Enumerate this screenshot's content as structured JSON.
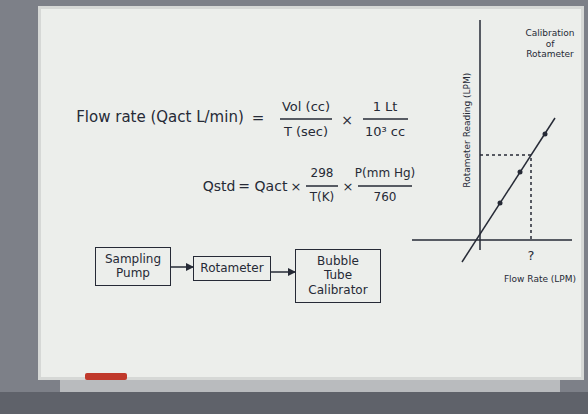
{
  "diagram": {
    "nodes": [
      {
        "text": [
          "Sampling Pump"
        ]
      },
      {
        "text": [
          "Rotameter"
        ]
      },
      {
        "text": [
          "Bubble Tube Calibrator"
        ]
      }
    ],
    "edges": [
      {
        "from": 0,
        "to": 1,
        "arrow": "to"
      },
      {
        "from": 1,
        "to": 2,
        "arrow": "to"
      }
    ],
    "labels": [
      "Flow rate (Qact L/min)",
      "=",
      "Vol (cc)",
      "T (sec)",
      "×",
      "1 Lt",
      "10³ cc",
      "Qstd",
      "=",
      "Qact",
      "×",
      "298",
      "T(K)",
      "×",
      "P(mm Hg)",
      "760",
      "Calibration of Rotameter",
      "Rotameter Reading (LPM)",
      "?",
      "Flow Rate (LPM)"
    ]
  }
}
